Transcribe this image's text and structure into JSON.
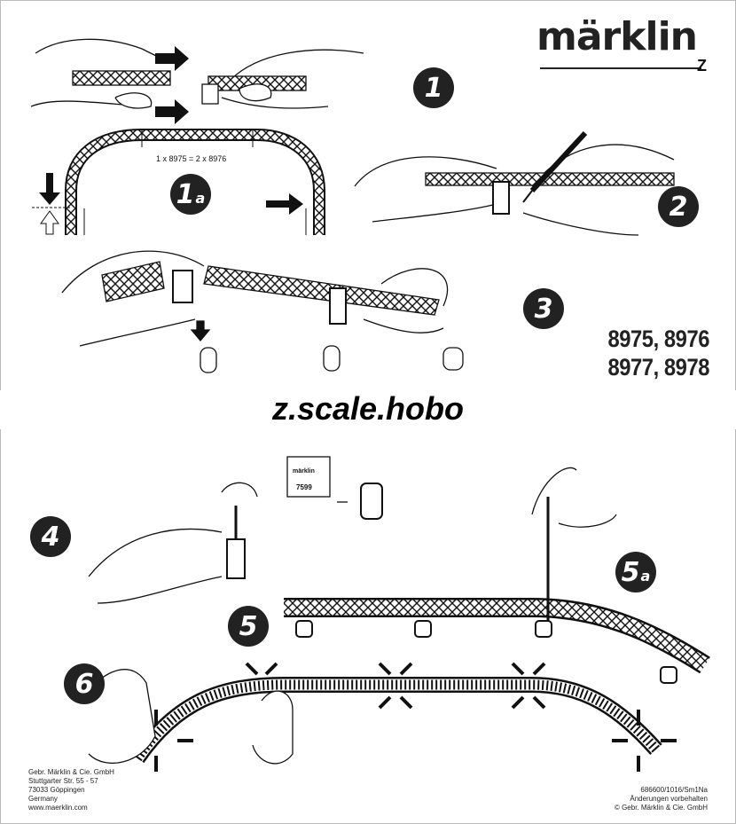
{
  "brand": {
    "name": "märklin",
    "scale": "Z"
  },
  "articles": [
    "8975, 8976",
    "8977, 8978"
  ],
  "watermark": "z.scale.hobo",
  "steps": {
    "s1": "1",
    "s1a": "1",
    "s1a_suffix": "a",
    "s2": "2",
    "s3": "3",
    "s4": "4",
    "s5": "5",
    "s5a": "5",
    "s5a_suffix": "a",
    "s6": "6"
  },
  "formula": "1 x 8975 = 2 x 8976",
  "box": {
    "brand": "märklin",
    "number": "7599"
  },
  "footer": {
    "company": [
      "Gebr. Märklin & Cie. GmbH",
      "Stuttgarter Str. 55 - 57",
      "73033 Göppingen",
      "Germany",
      "www.maerklin.com"
    ],
    "legal": [
      "686600/1016/Sm1Na",
      "Änderungen vorbehalten",
      "© Gebr. Märklin & Cie. GmbH"
    ]
  }
}
